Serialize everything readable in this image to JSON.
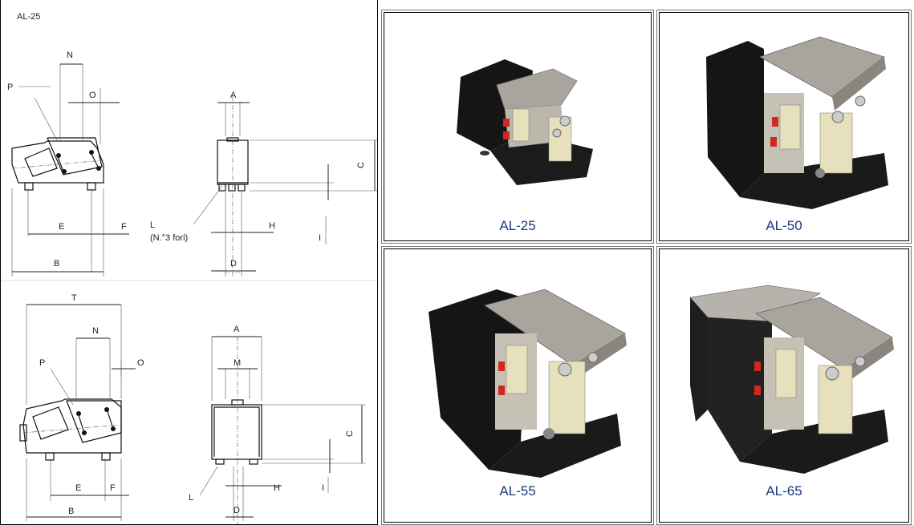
{
  "drawing": {
    "title": "AL-25",
    "top_labels": {
      "N": "N",
      "P": "P",
      "O": "O",
      "A": "A",
      "C": "C",
      "E": "E",
      "F": "F",
      "B": "B",
      "L": "L",
      "L_note": "(N.°3 fori)",
      "H": "H",
      "I": "I",
      "D": "D"
    },
    "bottom_labels": {
      "T": "T",
      "N": "N",
      "P": "P",
      "O": "O",
      "A": "A",
      "M": "M",
      "C": "C",
      "E": "E",
      "F": "F",
      "B": "B",
      "L": "L",
      "H": "H",
      "I": "I",
      "D": "D"
    }
  },
  "products": [
    {
      "label": "AL-25"
    },
    {
      "label": "AL-50"
    },
    {
      "label": "AL-55"
    },
    {
      "label": "AL-65"
    }
  ],
  "colors": {
    "caption": "#1a3a7a",
    "frame": "#000000",
    "body": "#161616",
    "plate": "#a8a49c",
    "spring": "#e8e2c0"
  }
}
